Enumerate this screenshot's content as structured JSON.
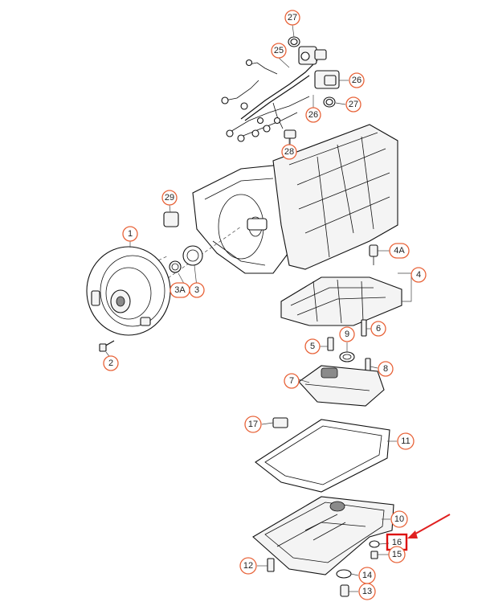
{
  "colors": {
    "badge_border": "#e8643a",
    "highlight_box": "#dd1111",
    "arrow": "#e02020",
    "line": "#111111"
  },
  "callouts": [
    {
      "id": "c27a",
      "label": "27"
    },
    {
      "id": "c25",
      "label": "25"
    },
    {
      "id": "c26a",
      "label": "26"
    },
    {
      "id": "c26b",
      "label": "26"
    },
    {
      "id": "c27b",
      "label": "27"
    },
    {
      "id": "c28",
      "label": "28"
    },
    {
      "id": "c29",
      "label": "29"
    },
    {
      "id": "c1",
      "label": "1"
    },
    {
      "id": "c4A",
      "label": "4A"
    },
    {
      "id": "c4",
      "label": "4"
    },
    {
      "id": "c3A",
      "label": "3A"
    },
    {
      "id": "c3",
      "label": "3"
    },
    {
      "id": "c6",
      "label": "6"
    },
    {
      "id": "c9",
      "label": "9"
    },
    {
      "id": "c5",
      "label": "5"
    },
    {
      "id": "c2",
      "label": "2"
    },
    {
      "id": "c8",
      "label": "8"
    },
    {
      "id": "c7",
      "label": "7"
    },
    {
      "id": "c17",
      "label": "17"
    },
    {
      "id": "c11",
      "label": "11"
    },
    {
      "id": "c10",
      "label": "10"
    },
    {
      "id": "c16",
      "label": "16"
    },
    {
      "id": "c15",
      "label": "15"
    },
    {
      "id": "c12",
      "label": "12"
    },
    {
      "id": "c14",
      "label": "14"
    },
    {
      "id": "c13",
      "label": "13"
    }
  ],
  "highlighted_callout": "16"
}
